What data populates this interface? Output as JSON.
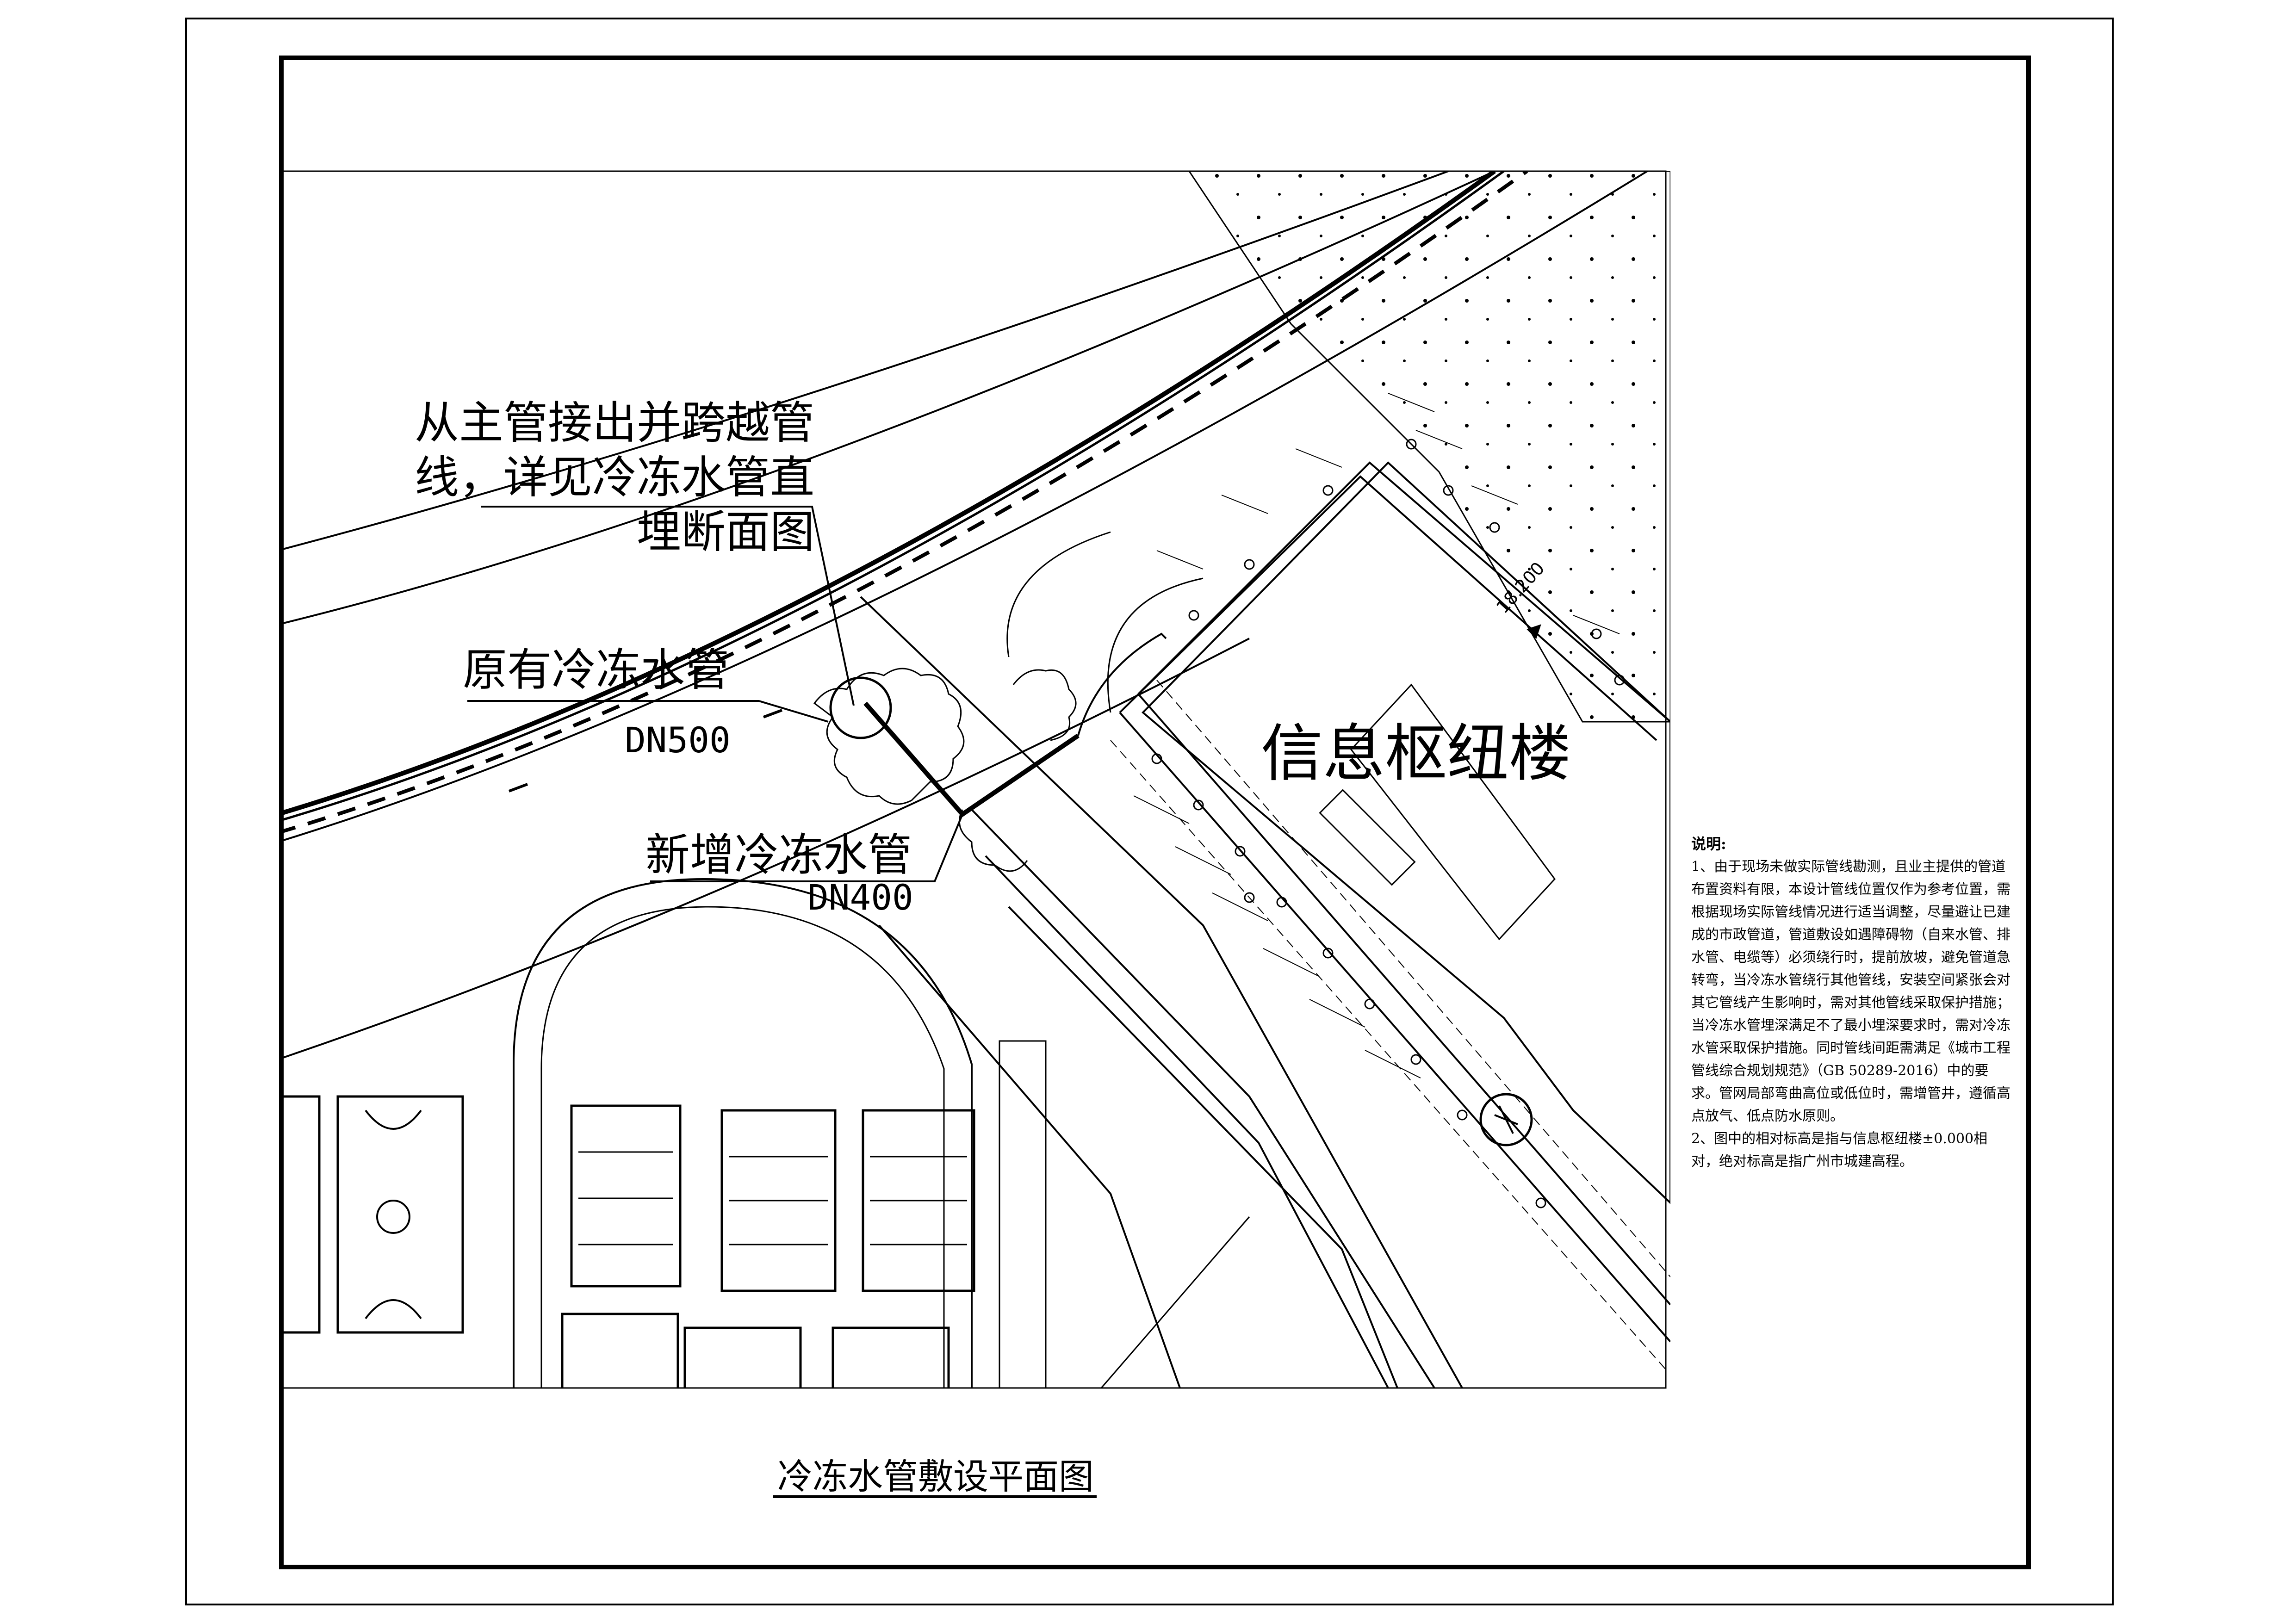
{
  "annotations": {
    "connect_lines": [
      "从主管接出并跨越管",
      "线，详见冷冻水管直",
      "埋断面图"
    ],
    "existing_pipe": "原有冷冻水管",
    "existing_pipe_size": "DN500",
    "new_pipe": "新增冷冻水管",
    "new_pipe_size": "DN400"
  },
  "building": {
    "name": "信息枢纽楼"
  },
  "elevation": "18.200",
  "drawing_title": "冷冻水管敷设平面图",
  "notes": {
    "heading": "说明:",
    "items": [
      "1、由于现场未做实际管线勘测，且业主提供的管道布置资料有限，本设计管线位置仅作为参考位置，需根据现场实际管线情况进行适当调整，尽量避让已建成的市政管道，管道敷设如遇障碍物（自来水管、排水管、电缆等）必须绕行时，提前放坡，避免管道急转弯，当冷冻水管绕行其他管线，安装空间紧张会对其它管线产生影响时，需对其他管线采取保护措施；当冷冻水管埋深满足不了最小埋深要求时，需对冷冻水管采取保护措施。同时管线间距需满足《城市工程管线综合规划规范》（GB 50289-2016）中的要求。管网局部弯曲高位或低位时，需增管井，遵循高点放气、低点防水原则。",
      "2、图中的相对标高是指与信息枢纽楼±0.000相对，绝对标高是指广州市城建高程。"
    ]
  }
}
